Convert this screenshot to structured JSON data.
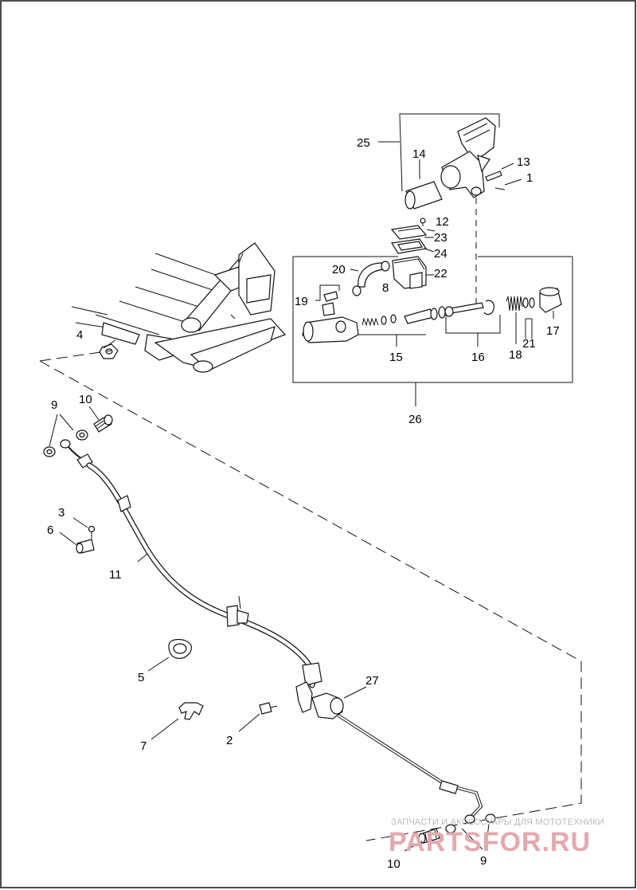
{
  "callouts": {
    "c1": "1",
    "c2": "2",
    "c3": "3",
    "c4": "4",
    "c5": "5",
    "c6": "6",
    "c7": "7",
    "c8": "8",
    "c9a": "9",
    "c9b": "9",
    "c10a": "10",
    "c10b": "10",
    "c11": "11",
    "c12": "12",
    "c13": "13",
    "c14": "14",
    "c15": "15",
    "c16": "16",
    "c17": "17",
    "c18": "18",
    "c19": "19",
    "c20": "20",
    "c21": "21",
    "c22": "22",
    "c23": "23",
    "c24": "24",
    "c25": "25",
    "c26": "26",
    "c27": "27"
  },
  "watermark": {
    "tagline": "ЗАПЧАСТИ И АКСЕССУАРЫ ДЛЯ МОТОТЕХНИКИ",
    "logo": "PARTSFOR.RU"
  },
  "colors": {
    "line": "#111111",
    "watermark_text": "#b9b9b9",
    "watermark_logo": "#e4a9ad"
  }
}
